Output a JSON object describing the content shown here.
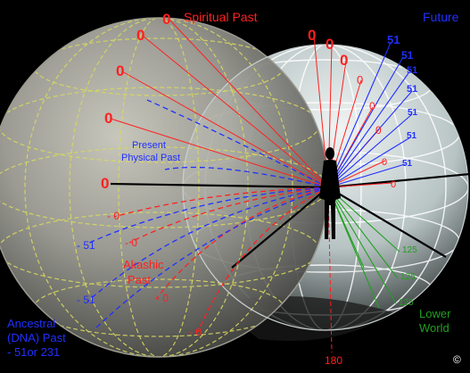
{
  "labels": {
    "spiritual_past": "Spiritual Past",
    "future": "Future",
    "present_physical_past_1": "Present",
    "present_physical_past_2": "Physical Past",
    "akashic_past_1": "Akashic",
    "akashic_past_2": "Past",
    "lower_world_1": "Lower",
    "lower_world_2": "World",
    "ancestral_1": "Ancestral",
    "ancestral_2": "(DNA) Past",
    "ancestral_3": "- 51or 231",
    "bottom_180": "180",
    "copyright": "©"
  },
  "red_zero_labels": [
    "0",
    "0",
    "0",
    "0",
    "0",
    "0",
    "0",
    "0",
    "0",
    "0",
    "0",
    "0",
    "0"
  ],
  "blue_51_labels": [
    "51",
    "51",
    "51",
    "51",
    "51",
    "51",
    "51"
  ],
  "neg_zero_labels": [
    "- 0",
    "- 0",
    "- 0",
    "- 0"
  ],
  "neg_51_labels": [
    "- 51",
    "- 51"
  ],
  "green_125_labels": [
    "125",
    "125",
    "125"
  ],
  "colors": {
    "background": "#000000",
    "red": "#ff2020",
    "blue": "#2030ff",
    "green": "#20a020",
    "yellow_grid": "#d8d860",
    "white_grid": "#ffffff"
  }
}
